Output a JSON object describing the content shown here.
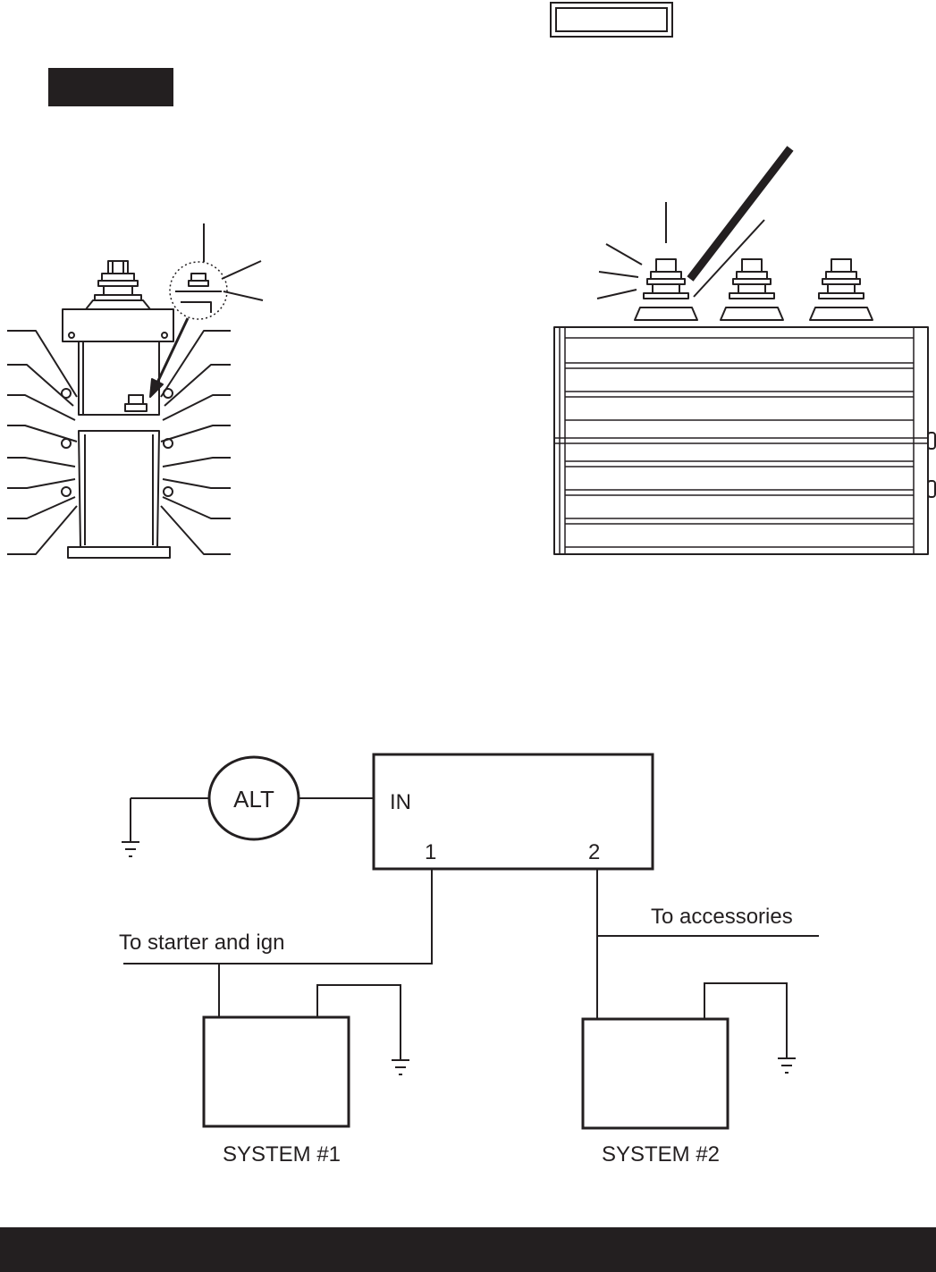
{
  "wiring": {
    "alternator_label": "ALT",
    "input_label": "IN",
    "output_1_label": "1",
    "output_2_label": "2",
    "starter_label": "To starter and ign",
    "accessories_label": "To accessories",
    "system_1_label": "SYSTEM #1",
    "system_2_label": "SYSTEM #2"
  },
  "colors": {
    "ink": "#231f20",
    "background": "#ffffff"
  }
}
